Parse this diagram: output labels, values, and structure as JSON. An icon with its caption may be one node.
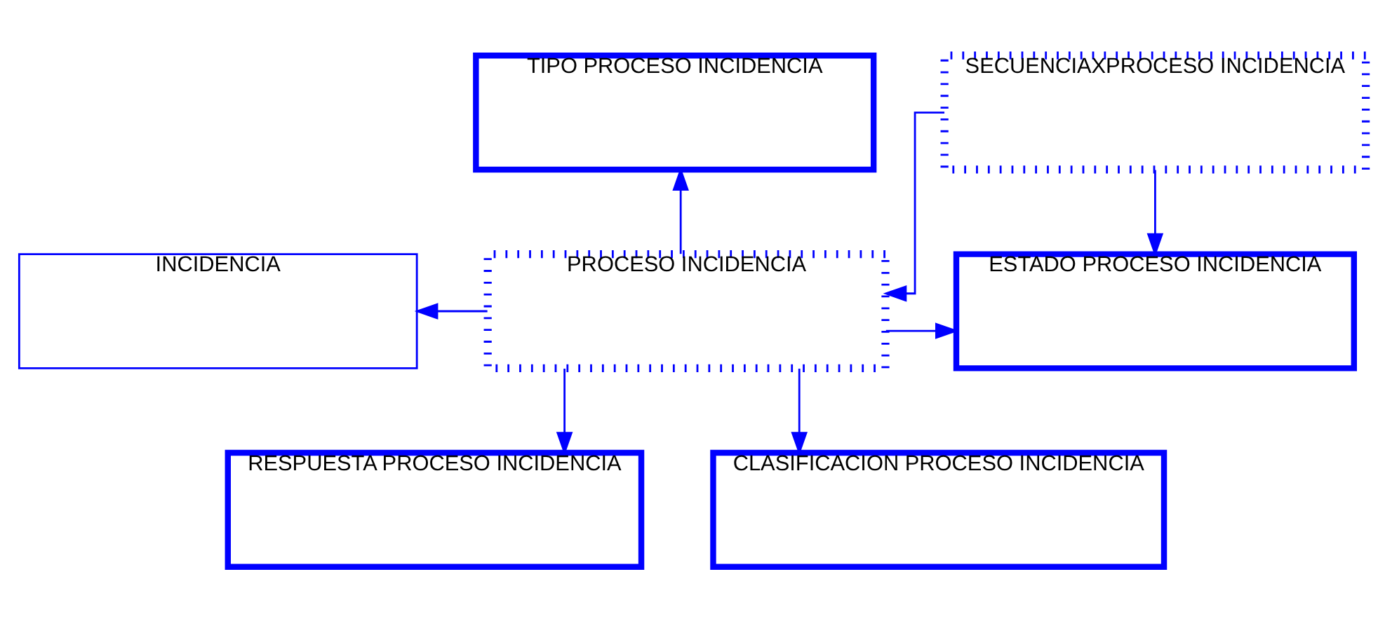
{
  "diagram": {
    "nodes": [
      {
        "text": [
          "TIPO PROCESO INCIDENCIA"
        ]
      },
      {
        "text": [
          "SECUENCIAXPROCESO INCIDENCIA"
        ]
      },
      {
        "text": [
          "INCIDENCIA"
        ]
      },
      {
        "text": [
          "PROCESO INCIDENCIA"
        ]
      },
      {
        "text": [
          "ESTADO PROCESO INCIDENCIA"
        ]
      },
      {
        "text": [
          "RESPUESTA PROCESO INCIDENCIA"
        ]
      },
      {
        "text": [
          "CLASIFICACION PROCESO INCIDENCIA"
        ]
      }
    ],
    "edges": [
      {
        "from": 3,
        "to": 0,
        "arrow": "to"
      },
      {
        "from": 3,
        "to": 2,
        "arrow": "to"
      },
      {
        "from": 1,
        "to": 3,
        "arrow": "to"
      },
      {
        "from": 1,
        "to": 4,
        "arrow": "to"
      },
      {
        "from": 3,
        "to": 4,
        "arrow": "to"
      },
      {
        "from": 3,
        "to": 5,
        "arrow": "to"
      },
      {
        "from": 3,
        "to": 6,
        "arrow": "to"
      }
    ]
  }
}
